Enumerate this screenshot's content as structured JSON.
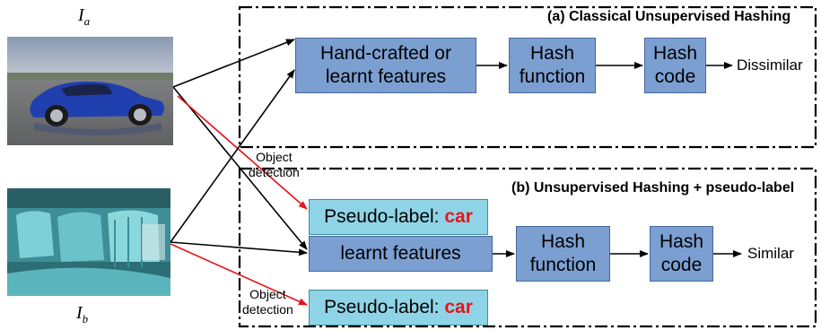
{
  "images": {
    "a": {
      "label": "I",
      "sub": "a"
    },
    "b": {
      "label": "I",
      "sub": "b"
    }
  },
  "section_a": {
    "title": "(a) Classical Unsupervised Hashing",
    "features": [
      "Hand-crafted or",
      "learnt features"
    ],
    "hash_function": [
      "Hash",
      "function"
    ],
    "hash_code": [
      "Hash",
      "code"
    ],
    "output": "Dissimilar"
  },
  "section_b": {
    "title": "(b) Unsupervised Hashing + pseudo-label",
    "pseudo_label_prefix": "Pseudo-label: ",
    "pseudo_label_value": "car",
    "features": "learnt features",
    "hash_function": [
      "Hash",
      "function"
    ],
    "hash_code": [
      "Hash",
      "code"
    ],
    "output": "Similar"
  },
  "object_detection": [
    "Object",
    "detection"
  ],
  "colors": {
    "box_fill": "#7b9fd1",
    "pseudo_fill": "#8fd4e6",
    "accent_red": "#e8141c",
    "car_blue": "#1f3fa8",
    "interior_teal": "#4aa9b3"
  }
}
